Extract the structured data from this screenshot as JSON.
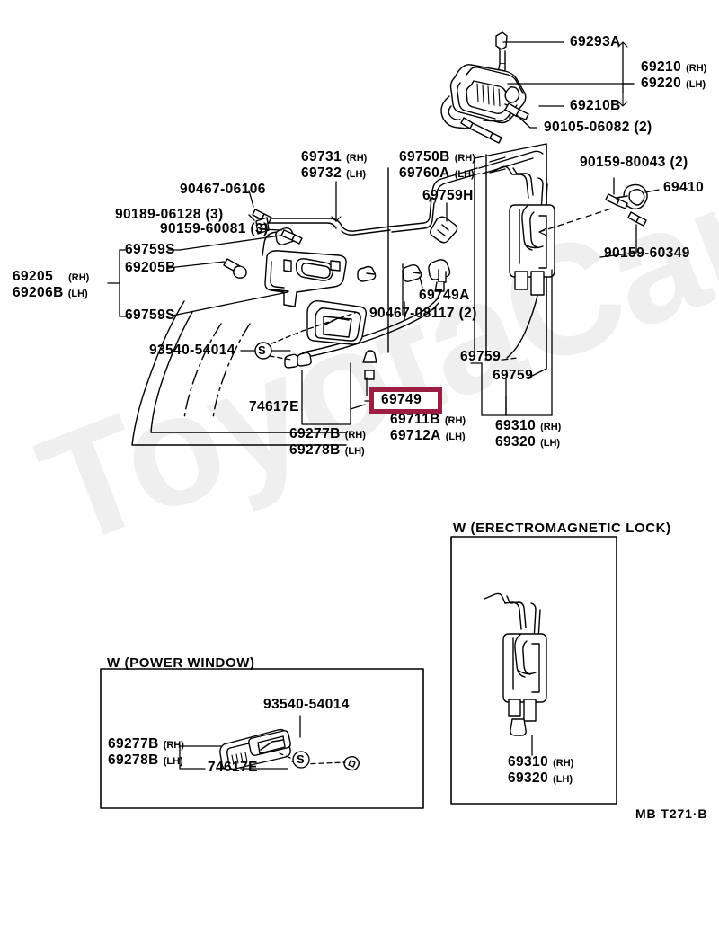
{
  "document": {
    "type": "toyota-parts-diagram",
    "sheet_code": "MB  T271·B",
    "watermark": "ToyotaCarParts.ru",
    "highlight_color": "#9c1d42",
    "highlighted_part": "69749"
  },
  "main_diagram": {
    "title": "front door lock and handle assembly",
    "labels": {
      "p69293A": "69293A",
      "p69210": "69210",
      "p69210_side": "(RH)",
      "p69220": "69220",
      "p69220_side": "(LH)",
      "p69210B": "69210B",
      "p90105": "90105-06082 (2)",
      "p69731": "69731",
      "p69731_side": "(RH)",
      "p69732": "69732",
      "p69732_side": "(LH)",
      "p69750B": "69750B",
      "p69750B_side": "(RH)",
      "p69760A": "69760A",
      "p69760A_side": "(LH)",
      "p69759H": "69759H",
      "p90159_80043": "90159-80043 (2)",
      "p69410": "69410",
      "p90159_60349": "90159-60349",
      "p90467_06106": "90467-06106",
      "p90189_06128": "90189-06128 (3)",
      "p90159_60081": "90159-60081 (3)",
      "p69759S_top": "69759S",
      "p69205B": "69205B",
      "p69759S_bottom": "69759S",
      "p69205": "69205",
      "p69205_side": "(RH)",
      "p69206B": "69206B",
      "p69206B_side": "(LH)",
      "p69749A": "69749A",
      "p90467_08117": "90467-08117 (2)",
      "p93540_54014": "93540-54014",
      "p69759_a": "69759",
      "p69759_b": "69759",
      "p74617E": "74617E",
      "p69749": "69749",
      "p69711B": "69711B",
      "p69711B_side": "(RH)",
      "p69712A": "69712A",
      "p69712A_side": "(LH)",
      "p69277B": "69277B",
      "p69277B_side": "(RH)",
      "p69278B": "69278B",
      "p69278B_side": "(LH)",
      "p69310": "69310",
      "p69310_side": "(RH)",
      "p69320": "69320",
      "p69320_side": "(LH)",
      "screw_marker": "S"
    }
  },
  "inset_power_window": {
    "title": "W (POWER  WINDOW)",
    "labels": {
      "p93540_54014": "93540-54014",
      "p69277B": "69277B",
      "p69277B_side": "(RH)",
      "p69278B": "69278B",
      "p69278B_side": "(LH)",
      "p74617E": "74617E",
      "screw_marker": "S"
    }
  },
  "inset_electromagnetic_lock": {
    "title": "W (ERECTROMAGNETIC  LOCK)",
    "labels": {
      "p69310": "69310",
      "p69310_side": "(RH)",
      "p69320": "69320",
      "p69320_side": "(LH)"
    }
  }
}
